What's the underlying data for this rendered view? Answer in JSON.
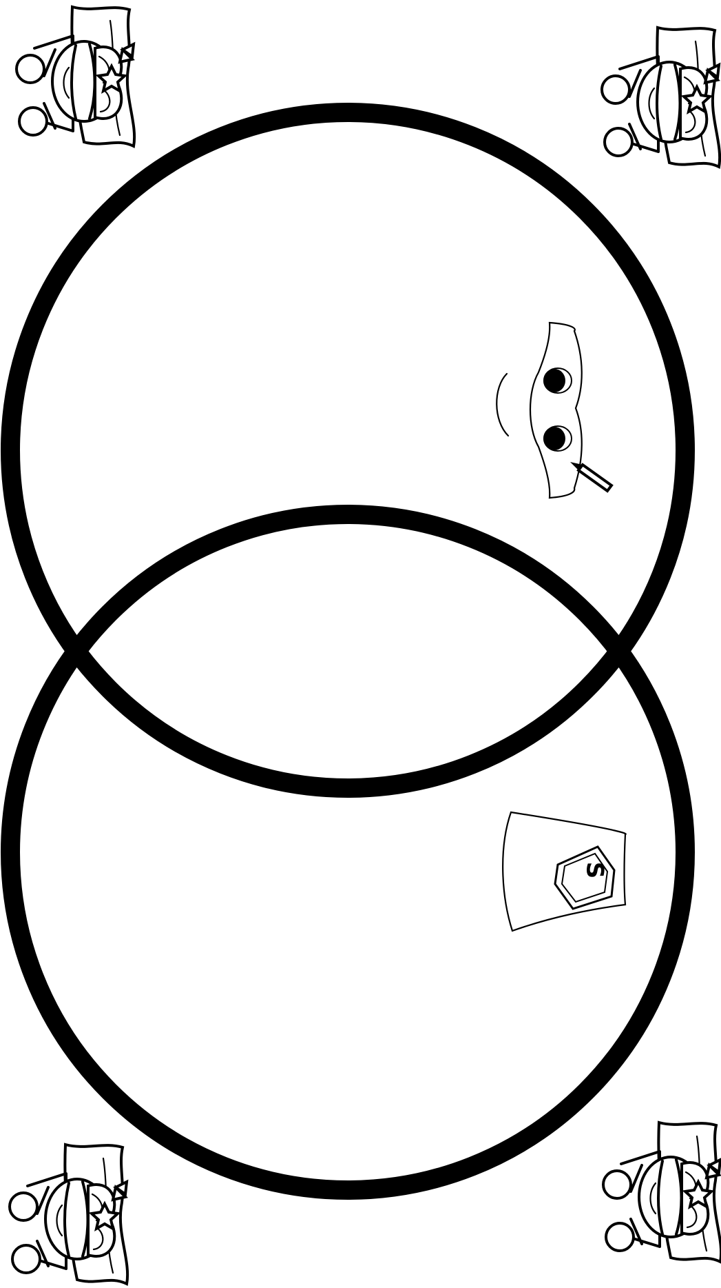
{
  "diagram": {
    "type": "venn",
    "set_count": 2,
    "sets": [
      {
        "icon": "mask-icon"
      },
      {
        "icon": "shield-s-icon"
      }
    ],
    "emblem_letter": "S"
  },
  "decorations": [
    "superhero-girl-top-left-icon",
    "superhero-girl-top-right-icon",
    "superhero-girl-bottom-left-icon",
    "superhero-girl-bottom-right-icon"
  ],
  "credit_text": "",
  "colors": {
    "line": "#000000",
    "background": "#ffffff"
  }
}
